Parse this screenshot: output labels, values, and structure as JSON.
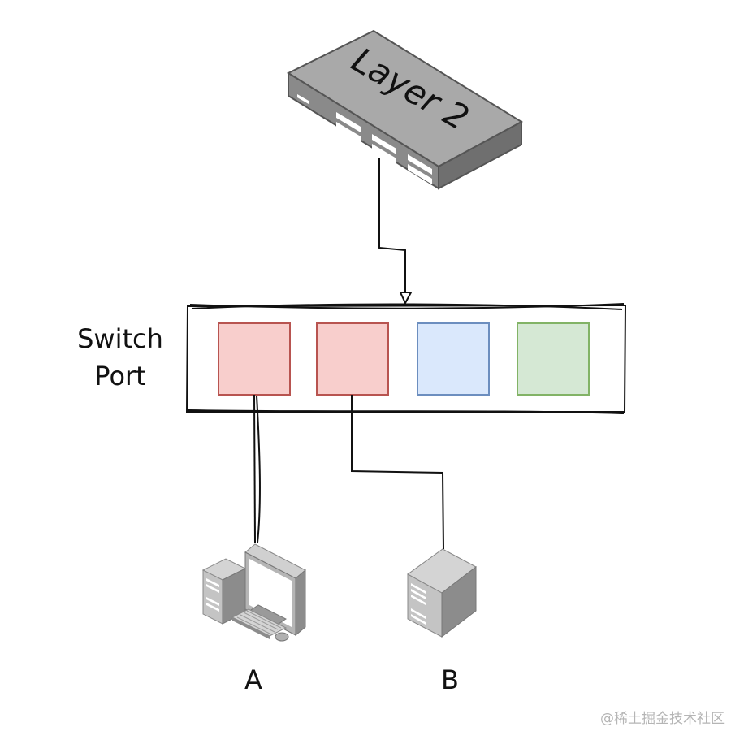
{
  "diagram": {
    "switch_label": "Layer 2",
    "port_group_label_line1": "Switch",
    "port_group_label_line2": "Port",
    "ports": [
      {
        "name": "port-1",
        "fill": "#f8cecc",
        "stroke": "#b85450"
      },
      {
        "name": "port-2",
        "fill": "#f8cecc",
        "stroke": "#b85450"
      },
      {
        "name": "port-3",
        "fill": "#dae8fc",
        "stroke": "#6c8ebf"
      },
      {
        "name": "port-4",
        "fill": "#d5e8d4",
        "stroke": "#82b366"
      }
    ],
    "hosts": [
      {
        "label": "A",
        "device": "desktop-computer-icon"
      },
      {
        "label": "B",
        "device": "server-tower-icon"
      }
    ]
  },
  "watermark": "@稀土掘金技术社区",
  "colors": {
    "switch_top": "#a9a9a9",
    "switch_side": "#8a8a8a",
    "switch_front": "#6f6f6f",
    "device_light": "#c4c4c4",
    "device_dark": "#8c8c8c"
  }
}
